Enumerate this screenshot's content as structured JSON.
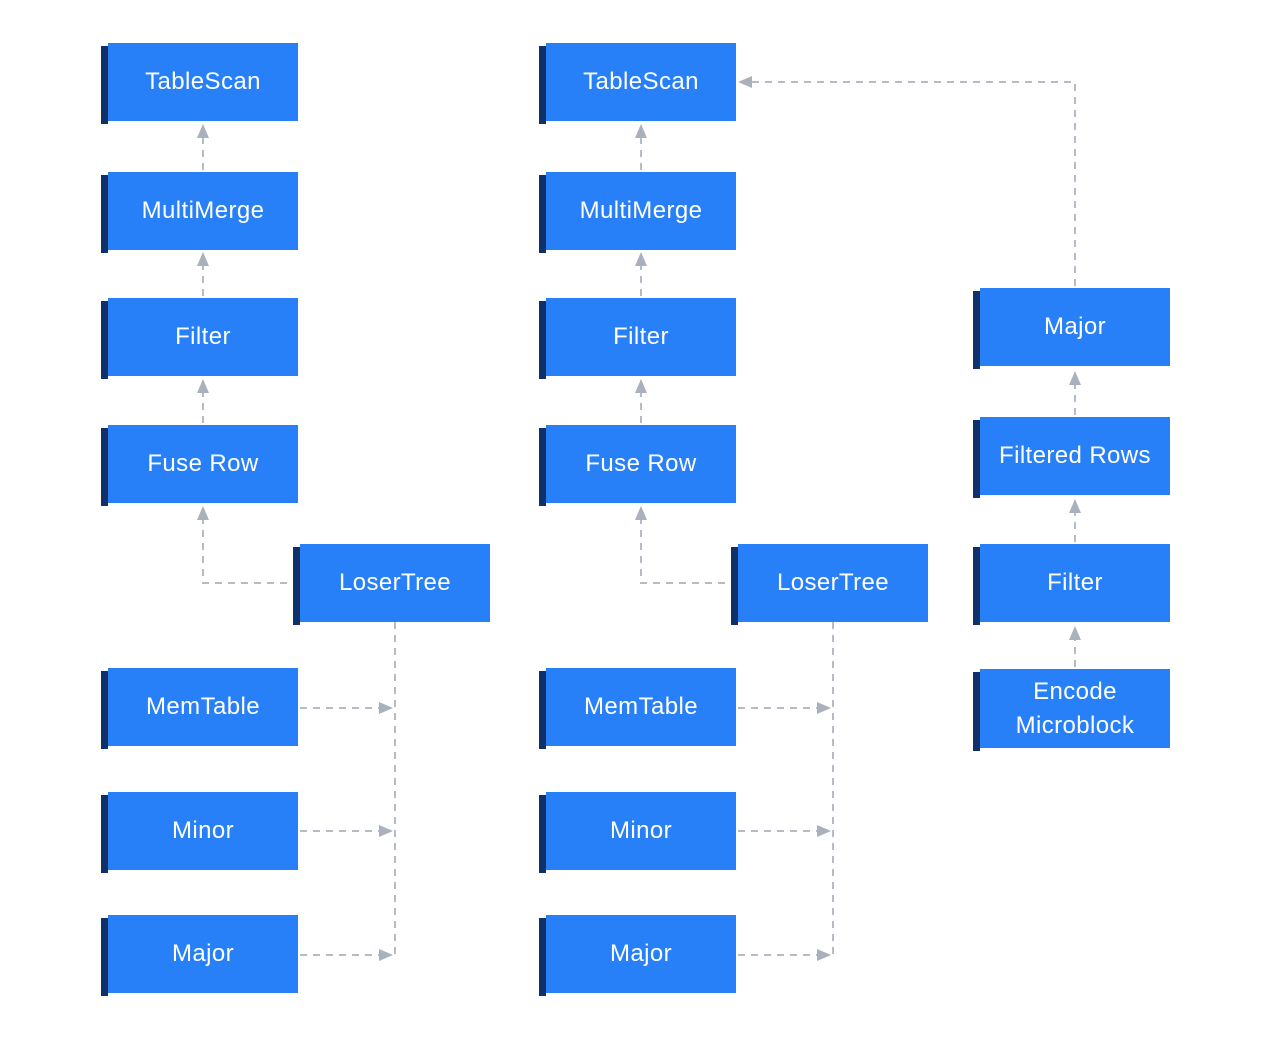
{
  "colors": {
    "background": "#ffffff",
    "node_fill": "#2880f8",
    "node_spine": "#0f3068",
    "node_text": "#ffffff",
    "connector": "#b6bcc6",
    "arrowhead": "#a9b1bc"
  },
  "pipelines": {
    "left": {
      "tablescan": "TableScan",
      "multimerge": "MultiMerge",
      "filter": "Filter",
      "fuse_row": "Fuse Row",
      "losertree": "LoserTree",
      "memtable": "MemTable",
      "minor": "Minor",
      "major": "Major"
    },
    "middle": {
      "tablescan": "TableScan",
      "multimerge": "MultiMerge",
      "filter": "Filter",
      "fuse_row": "Fuse Row",
      "losertree": "LoserTree",
      "memtable": "MemTable",
      "minor": "Minor",
      "major": "Major"
    },
    "right": {
      "major": "Major",
      "filtered_rows": "Filtered Rows",
      "filter": "Filter",
      "encode_microblock": "Encode Microblock"
    }
  }
}
